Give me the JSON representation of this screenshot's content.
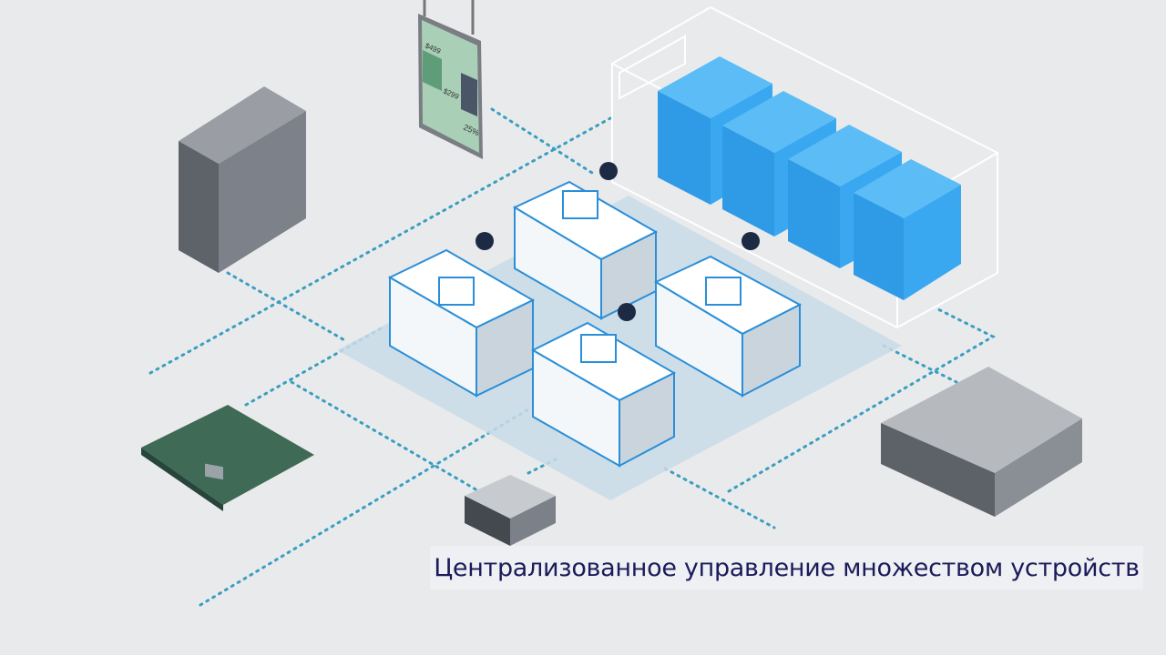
{
  "caption": "Централизованное управление множеством устройств",
  "sign": {
    "price_1": "$499",
    "price_2": "$299",
    "discount": "25%"
  },
  "colors": {
    "background": "#e9eaec",
    "accent": "#3aa8f0",
    "caption_text": "#1c1b5a",
    "network_dots": "#3a9fbf"
  }
}
